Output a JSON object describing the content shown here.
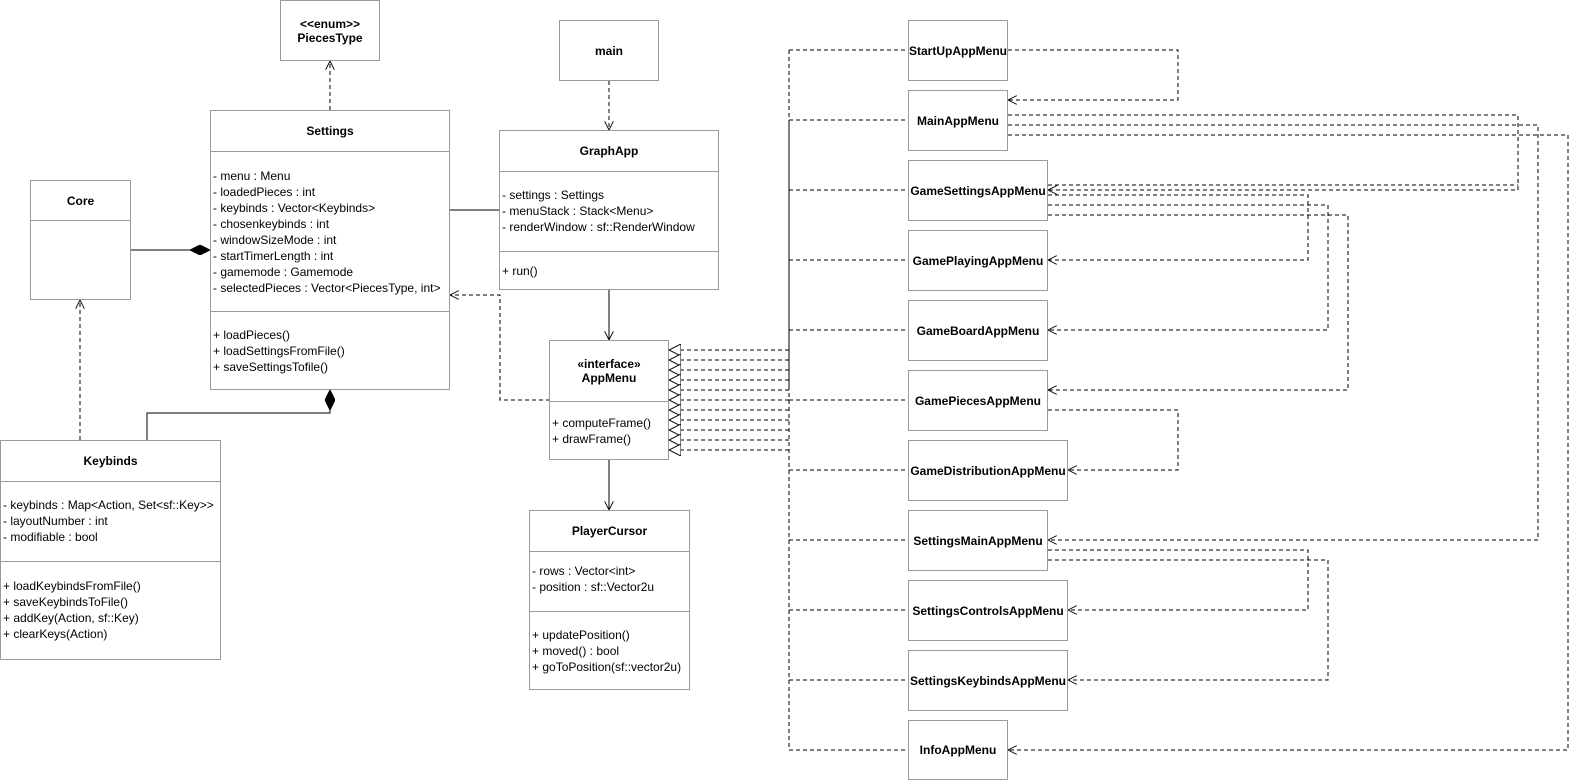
{
  "diagram": {
    "pieces_type": {
      "stereotype": "<<enum>>",
      "name": "PiecesType"
    },
    "main": {
      "name": "main"
    },
    "core": {
      "name": "Core"
    },
    "settings": {
      "name": "Settings",
      "attributes": [
        "- menu : Menu",
        "- loadedPieces : int",
        "- keybinds : Vector<Keybinds>",
        "- chosenkeybinds : int",
        "- windowSizeMode : int",
        "- startTimerLength : int",
        "- gamemode : Gamemode",
        "- selectedPieces : Vector<PiecesType, int>"
      ],
      "methods": [
        "+ loadPieces()",
        "+ loadSettingsFromFile()",
        "+ saveSettingsTofile()"
      ]
    },
    "graph_app": {
      "name": "GraphApp",
      "attributes": [
        "- settings : Settings",
        "- menuStack : Stack<Menu>",
        "- renderWindow : sf::RenderWindow"
      ],
      "methods": [
        "+ run()"
      ]
    },
    "app_menu": {
      "stereotype": "«interface»",
      "name": "AppMenu",
      "methods": [
        "+ computeFrame()",
        "+ drawFrame()"
      ]
    },
    "keybinds": {
      "name": "Keybinds",
      "attributes": [
        "- keybinds : Map<Action, Set<sf::Key>>",
        "- layoutNumber : int",
        "- modifiable : bool"
      ],
      "methods": [
        "+ loadKeybindsFromFile()",
        "+ saveKeybindsToFile()",
        "+ addKey(Action, sf::Key)",
        "+ clearKeys(Action)"
      ]
    },
    "player_cursor": {
      "name": "PlayerCursor",
      "attributes": [
        "- rows : Vector<int>",
        "- position : sf::Vector2u"
      ],
      "methods": [
        "+ updatePosition()",
        "+ moved() : bool",
        "+ goToPosition(sf::vector2u)"
      ]
    },
    "menus": [
      "StartUpAppMenu",
      "MainAppMenu",
      "GameSettingsAppMenu",
      "GamePlayingAppMenu",
      "GameBoardAppMenu",
      "GamePiecesAppMenu",
      "GameDistributionAppMenu",
      "SettingsMainAppMenu",
      "SettingsControlsAppMenu",
      "SettingsKeybindsAppMenu",
      "InfoAppMenu"
    ]
  },
  "colors": {
    "border": "#9a9a9a",
    "line": "#000000",
    "background": "#ffffff"
  }
}
